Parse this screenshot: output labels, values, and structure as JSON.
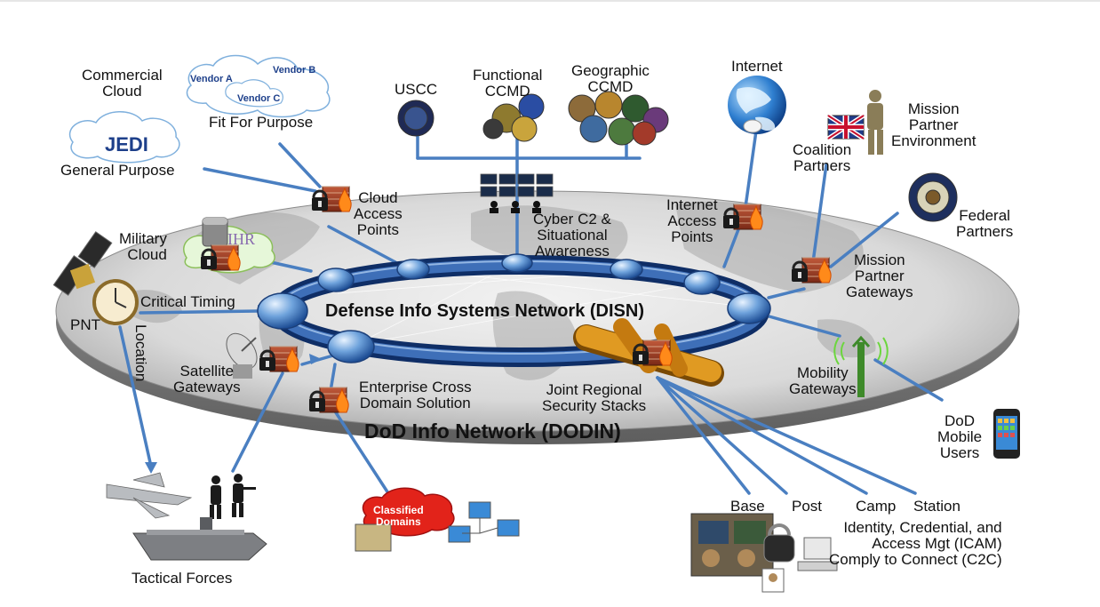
{
  "diagram": {
    "core_network": "Defense Info Systems Network (DISN)",
    "outer_network": "DoD Info Network (DODIN)",
    "commercial_cloud": [
      "Commercial",
      "Cloud"
    ],
    "vendors": [
      "Vendor A",
      "Vendor B",
      "Vendor C"
    ],
    "fit_for_purpose": "Fit For Purpose",
    "jedi": "JEDI",
    "general_purpose": "General Purpose",
    "cloud_access_points": [
      "Cloud",
      "Access",
      "Points"
    ],
    "military_cloud": [
      "Military",
      "Cloud"
    ],
    "pnt": "PNT",
    "critical_timing": "Critical Timing",
    "location": "Location",
    "uscc": "USCC",
    "functional_ccmd": [
      "Functional",
      "CCMD"
    ],
    "geographic_ccmd": [
      "Geographic",
      "CCMD"
    ],
    "cyber_c2": [
      "Cyber C2 &",
      "Situational",
      "Awareness"
    ],
    "internet": "Internet",
    "internet_access_points": [
      "Internet",
      "Access",
      "Points"
    ],
    "coalition_partners": [
      "Coalition",
      "Partners"
    ],
    "mission_partner_environment": [
      "Mission",
      "Partner",
      "Environment"
    ],
    "federal_partners": [
      "Federal",
      "Partners"
    ],
    "mission_partner_gateways": [
      "Mission",
      "Partner",
      "Gateways"
    ],
    "satellite_gateways": [
      "Satellite",
      "Gateways"
    ],
    "enterprise_cross_domain": [
      "Enterprise Cross",
      "Domain Solution"
    ],
    "jrss": [
      "Joint Regional",
      "Security Stacks"
    ],
    "mobility_gateways": [
      "Mobility",
      "Gateways"
    ],
    "dod_mobile_users": [
      "DoD",
      "Mobile",
      "Users"
    ],
    "tactical_forces": "Tactical Forces",
    "classified_domains": [
      "Classified",
      "Domains"
    ],
    "base": "Base",
    "post": "Post",
    "camp": "Camp",
    "station": "Station",
    "icam": [
      "Identity, Credential, and",
      "Access Mgt (ICAM)",
      "Comply to Connect (C2C)"
    ]
  }
}
